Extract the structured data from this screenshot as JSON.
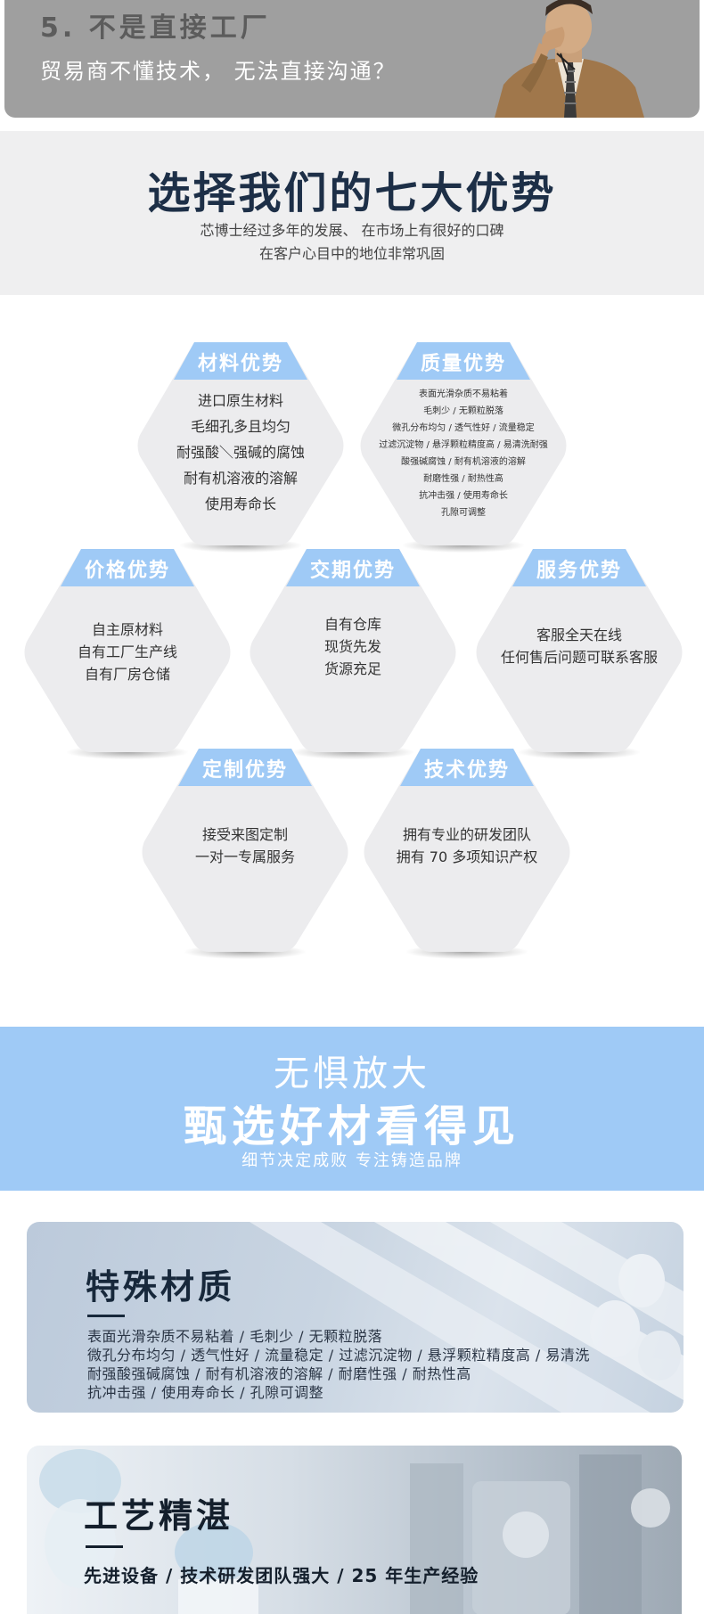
{
  "top_banner": {
    "heading": "5. 不是直接工厂",
    "subtext": "贸易商不懂技术， 无法直接沟通？"
  },
  "advantages_header": {
    "title": "选择我们的七大优势",
    "line1": "芯博士经过多年的发展、 在市场上有很好的口碑",
    "line2": "在客户心目中的地位非常巩固"
  },
  "advantages": {
    "material": {
      "title": "材料优势",
      "lines": [
        "进口原生材料",
        "毛细孔多且均匀",
        "耐强酸＼强碱的腐蚀",
        "耐有机溶液的溶解",
        "使用寿命长"
      ]
    },
    "quality": {
      "title": "质量优势",
      "lines": [
        "表面光滑杂质不易粘着",
        "毛刺少 / 无颗粒脱落",
        "微孔分布均匀 / 透气性好 / 流量稳定",
        "过滤沉淀物 / 悬浮颗粒精度高 / 易清洗耐强",
        "酸强碱腐蚀 / 耐有机溶液的溶解",
        "耐磨性强 / 耐热性高",
        "抗冲击强 / 使用寿命长",
        "孔隙可调整"
      ]
    },
    "price": {
      "title": "价格优势",
      "lines": [
        "自主原材料",
        "自有工厂生产线",
        "自有厂房仓储"
      ]
    },
    "delivery": {
      "title": "交期优势",
      "lines": [
        "自有仓库",
        "现货先发",
        "货源充足"
      ]
    },
    "service": {
      "title": "服务优势",
      "lines": [
        "客服全天在线",
        "任何售后问题可联系客服"
      ]
    },
    "custom": {
      "title": "定制优势",
      "lines": [
        "接受来图定制",
        "一对一专属服务"
      ]
    },
    "tech": {
      "title": "技术优势",
      "lines": [
        "拥有专业的研发团队",
        "拥有 70 多项知识产权"
      ]
    }
  },
  "zoom_banner": {
    "line1": "无惧放大",
    "line2": "甄选好材看得见",
    "line3": "细节决定成败 专注铸造品牌"
  },
  "special_material": {
    "title": "特殊材质",
    "lines": [
      "表面光滑杂质不易粘着 / 毛刺少 / 无颗粒脱落",
      "微孔分布均匀 / 透气性好 / 流量稳定 / 过滤沉淀物 / 悬浮颗粒精度高 / 易清洗",
      "耐强酸强碱腐蚀 / 耐有机溶液的溶解 / 耐磨性强 / 耐热性高",
      "抗冲击强 / 使用寿命长 / 孔隙可调整"
    ]
  },
  "craft": {
    "title": "工艺精湛",
    "line": "先进设备 / 技术研发团队强大 / 25 年生产经验"
  },
  "colors": {
    "hex_fill": "#ececee",
    "tab_blue": "#9fcaf6",
    "banner_blue": "#9fcaf6",
    "dark_navy": "#1d2f47"
  }
}
